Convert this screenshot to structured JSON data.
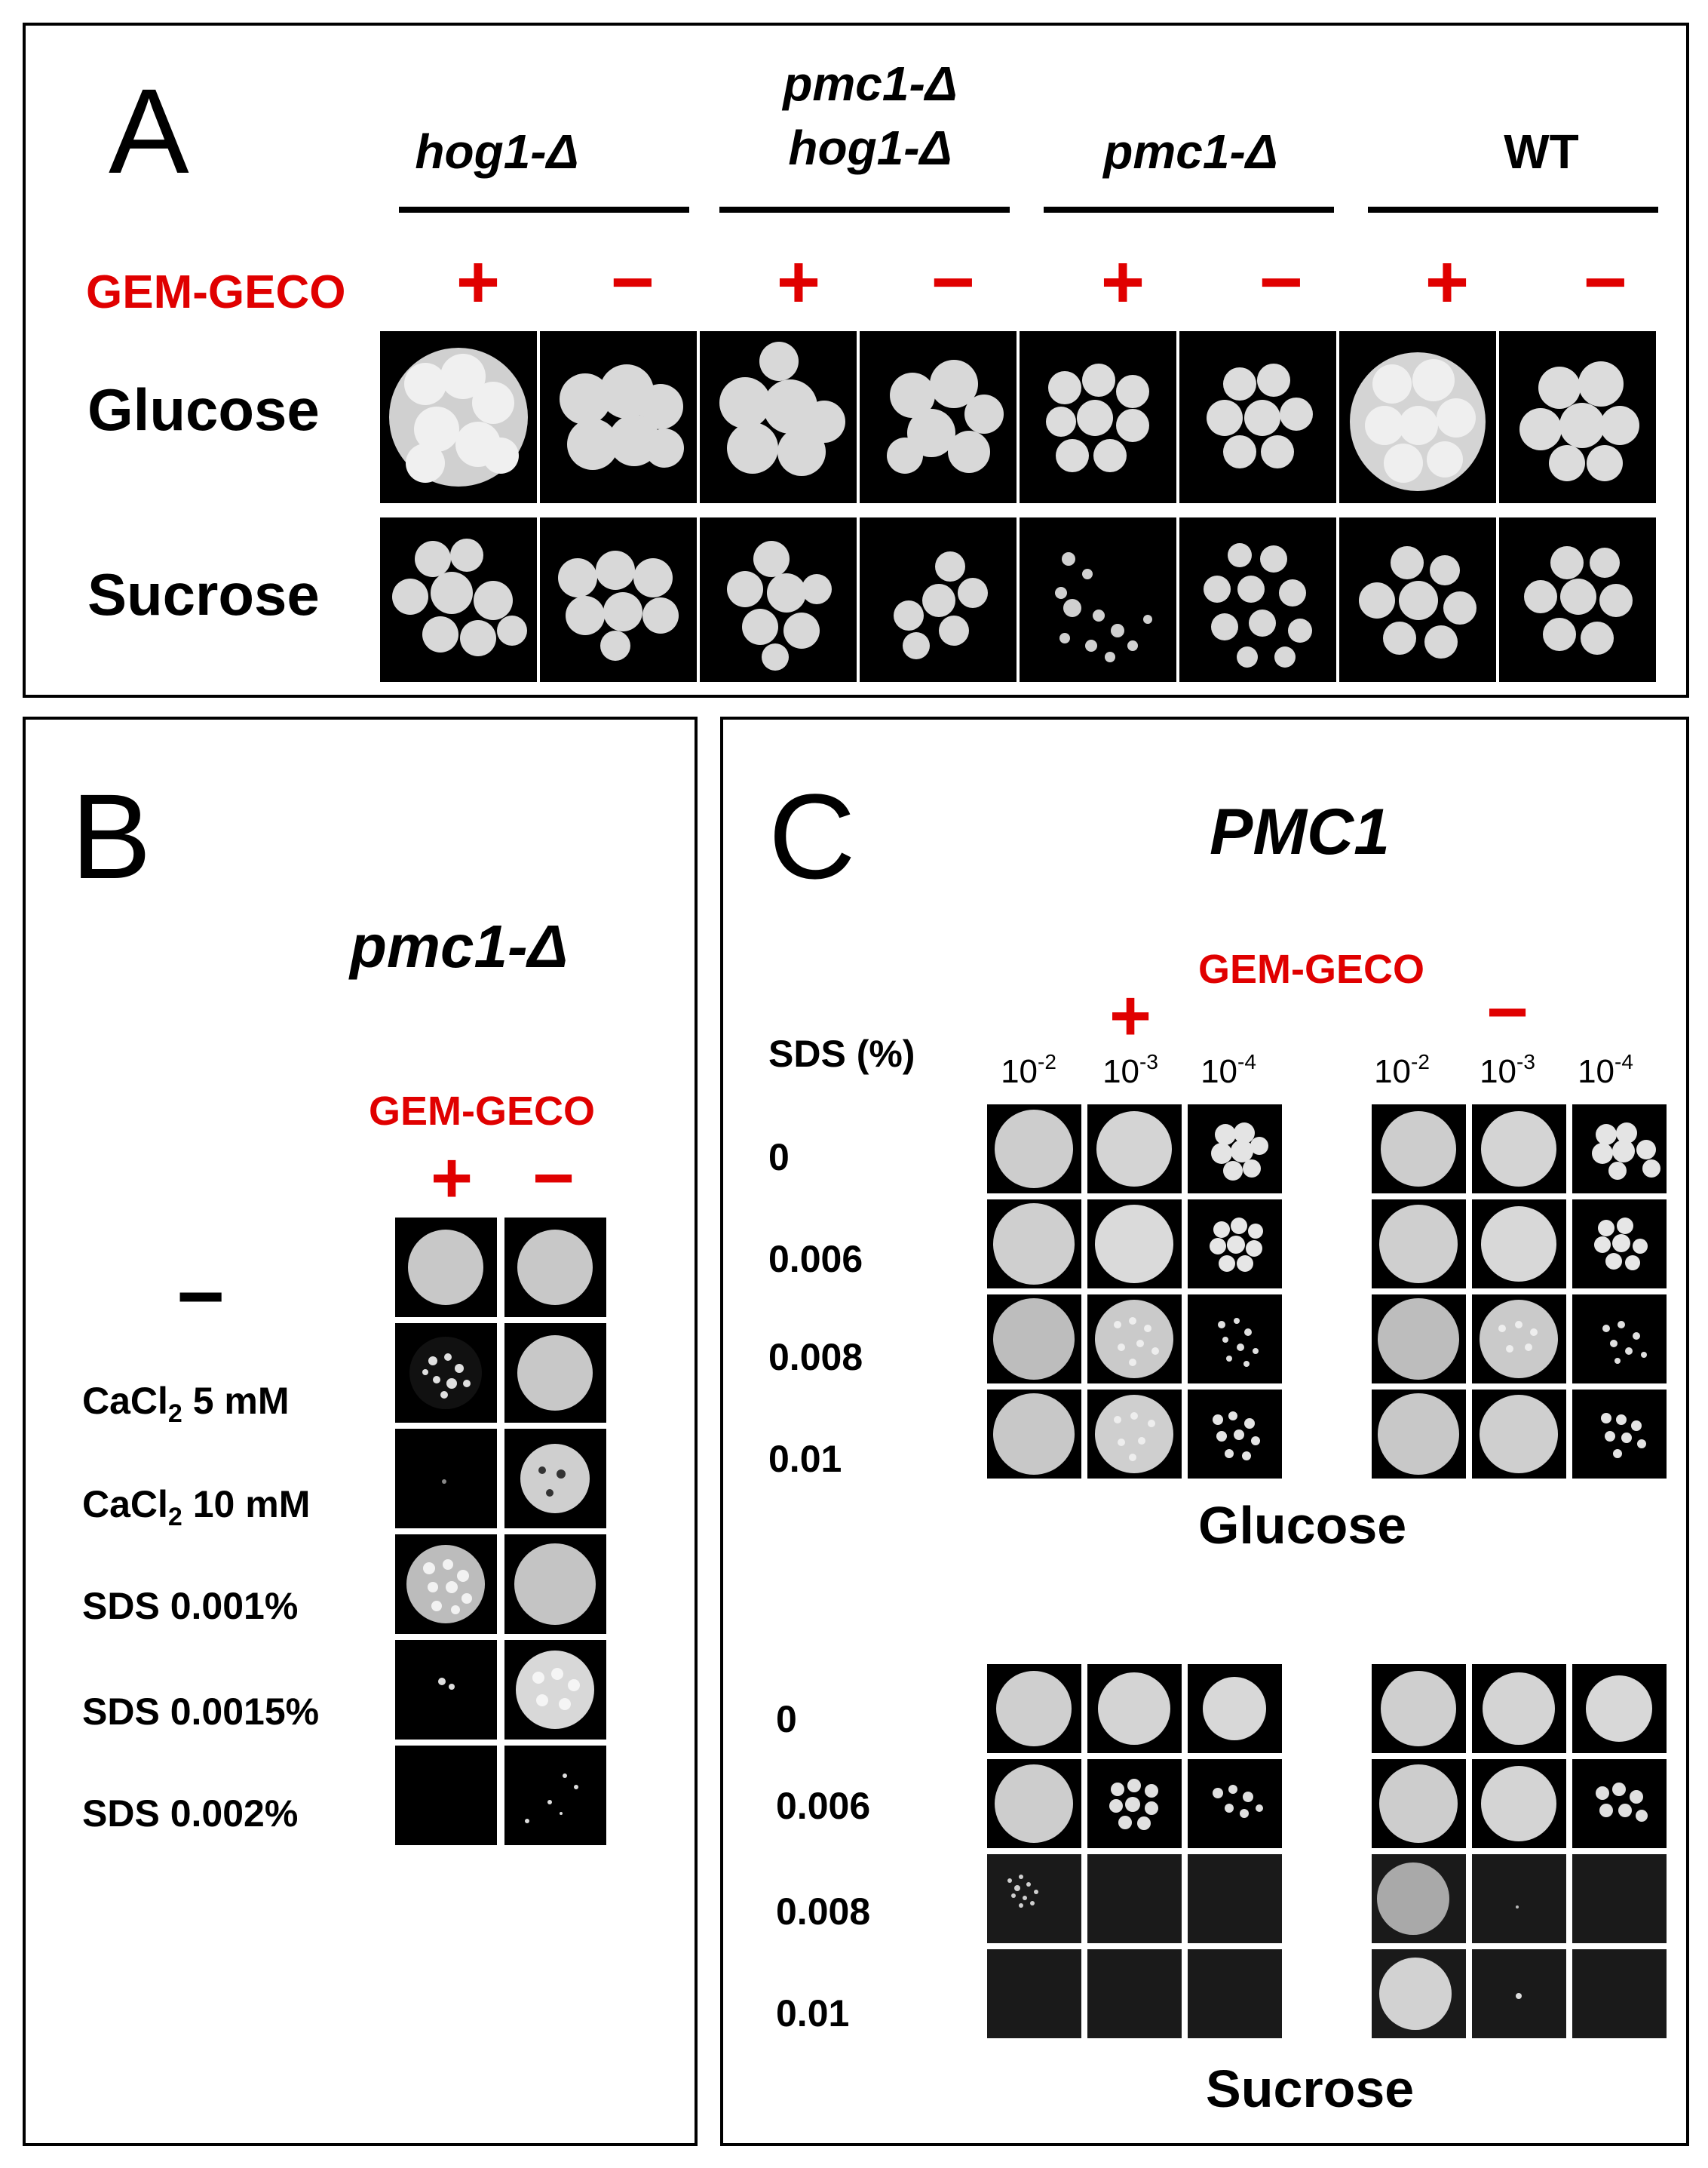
{
  "panels": {
    "a": {
      "letter": "A",
      "strains": [
        "hog1-Δ",
        "pmc1-Δ",
        "hog1-Δ",
        "pmc1-Δ",
        "WT"
      ],
      "marker": "GEM-GECO",
      "signs": [
        "+",
        "−",
        "+",
        "−",
        "+",
        "−",
        "+",
        "−"
      ],
      "rows": [
        "Glucose",
        "Sucrose"
      ]
    },
    "b": {
      "letter": "B",
      "strain": "pmc1-Δ",
      "marker": "GEM-GECO",
      "signs": [
        "+",
        "−"
      ],
      "none_label": "−",
      "rows": [
        {
          "main": "CaCl",
          "sub": "2",
          "rest": " 5 mM"
        },
        {
          "main": "CaCl",
          "sub": "2",
          "rest": " 10 mM"
        },
        {
          "main": "SDS 0.001%",
          "sub": "",
          "rest": ""
        },
        {
          "main": "SDS 0.0015%",
          "sub": "",
          "rest": ""
        },
        {
          "main": "SDS 0.002%",
          "sub": "",
          "rest": ""
        }
      ]
    },
    "c": {
      "letter": "C",
      "gene": "PMC1",
      "marker": "GEM-GECO",
      "signs": [
        "+",
        "−"
      ],
      "sds_header": "SDS (%)",
      "dilution_base": "10",
      "dilution_exps": [
        "-2",
        "-3",
        "-4",
        "-2",
        "-3",
        "-4"
      ],
      "glucose_rows": [
        "0",
        "0.006",
        "0.008",
        "0.01"
      ],
      "sucrose_rows": [
        "0",
        "0.006",
        "0.008",
        "0.01"
      ],
      "glucose_label": "Glucose",
      "sucrose_label": "Sucrose"
    }
  }
}
